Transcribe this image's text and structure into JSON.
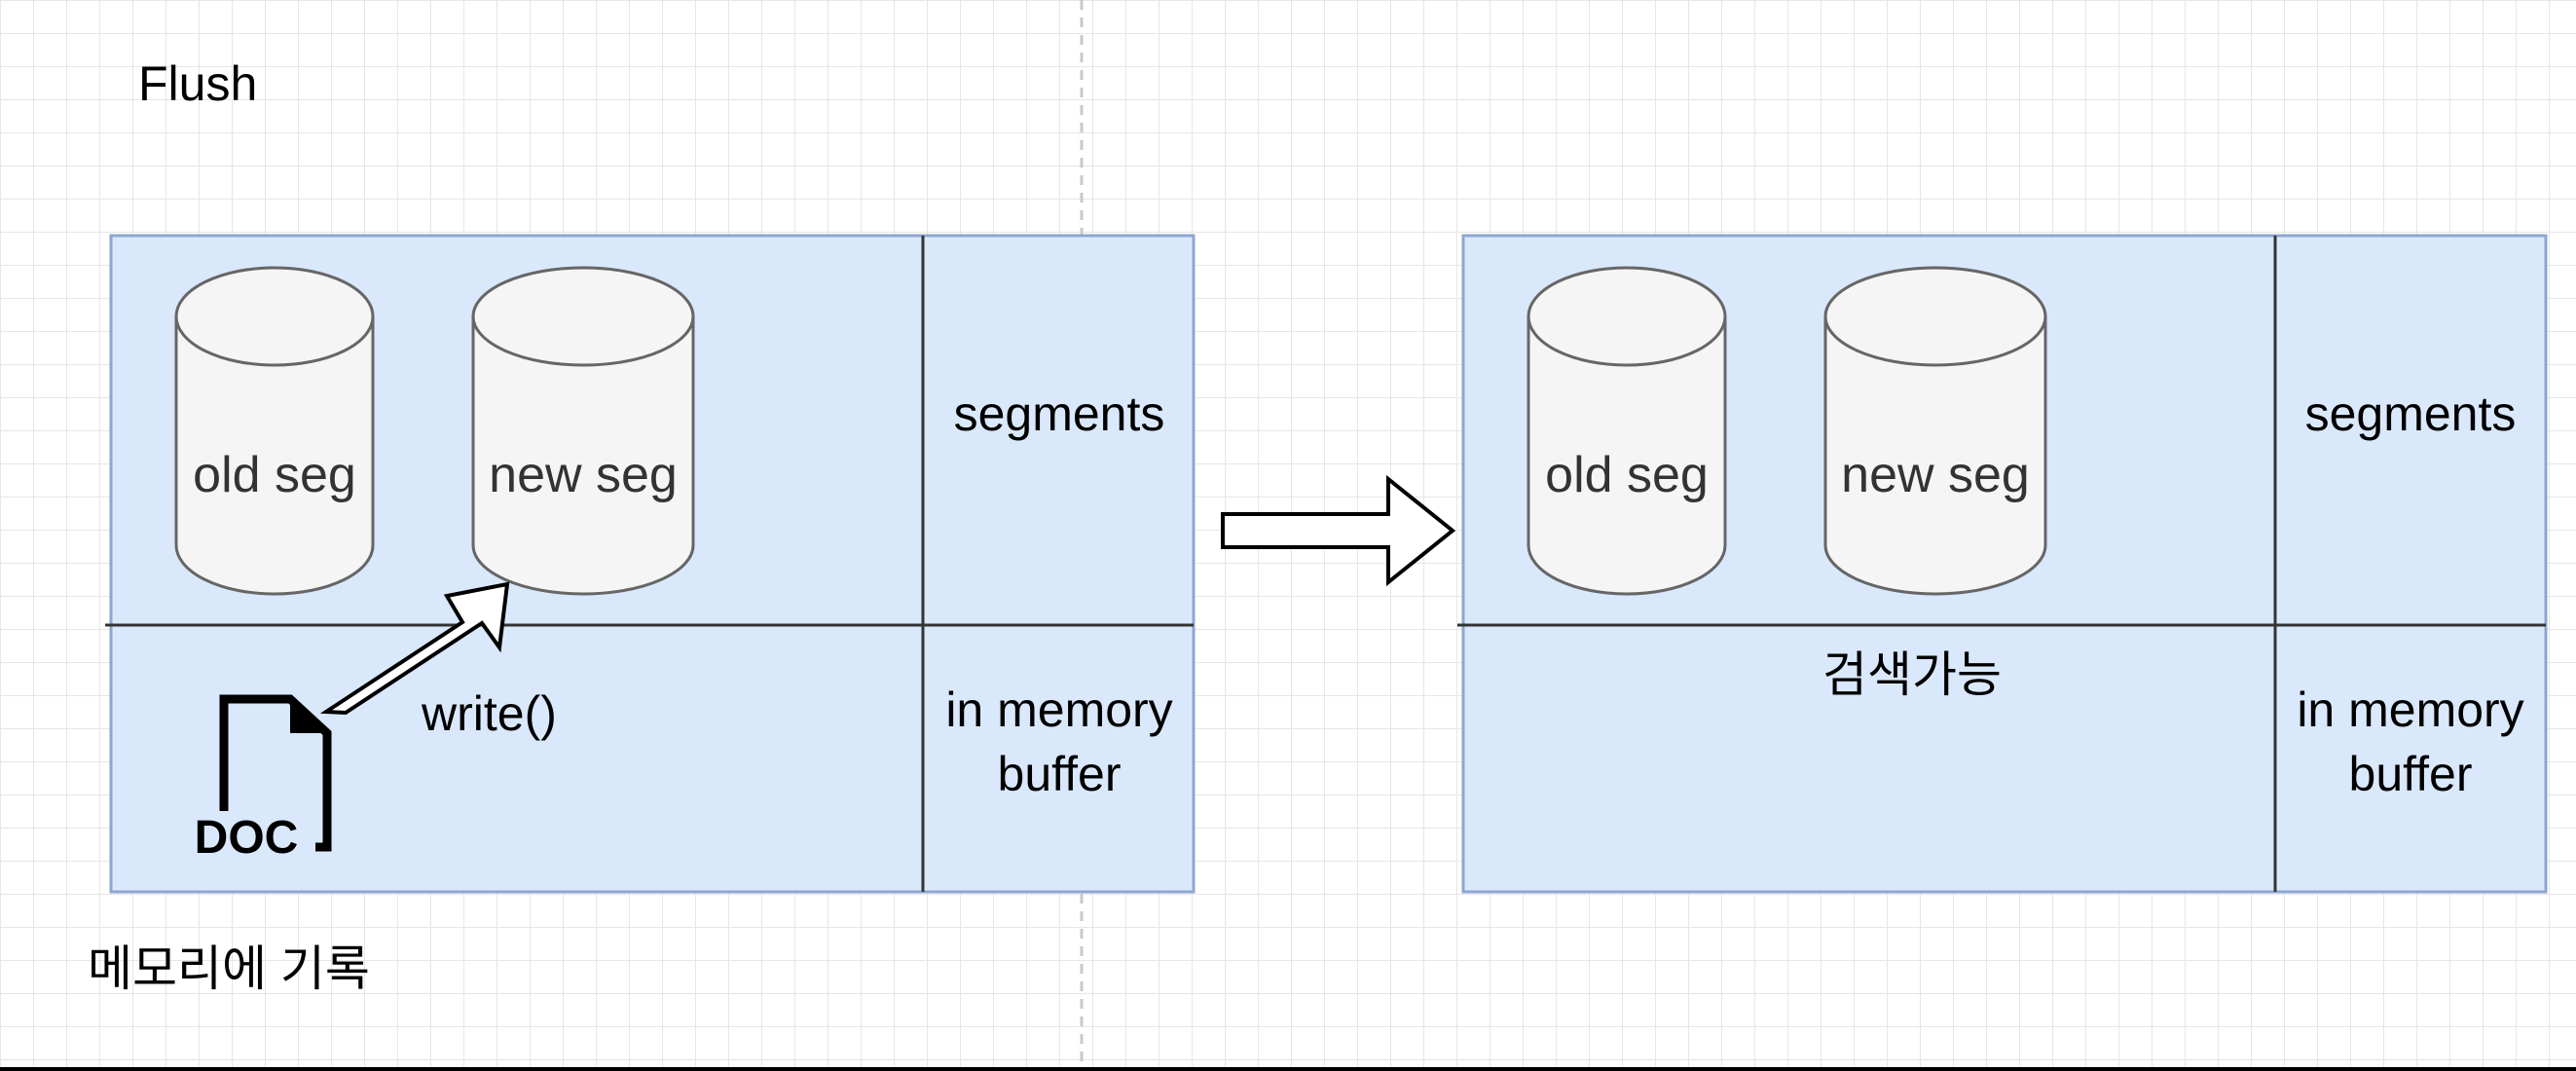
{
  "title": "Flush",
  "caption": "메모리에 기록",
  "left": {
    "cylinders": [
      "old seg",
      "new seg"
    ],
    "segments_label": "segments",
    "buffer_label": [
      "in memory",
      "buffer"
    ],
    "write_label": "write()",
    "doc_label": "DOC"
  },
  "right": {
    "cylinders": [
      "old seg",
      "new seg"
    ],
    "segments_label": "segments",
    "buffer_label": [
      "in memory",
      "buffer"
    ],
    "searchable_label": "검색가능"
  },
  "colors": {
    "panel_fill": "#dae8fc",
    "panel_stroke": "#8ea6d0",
    "cylinder_fill": "#f5f5f5",
    "cylinder_stroke": "#666666",
    "grid": "#e6e6e6"
  }
}
